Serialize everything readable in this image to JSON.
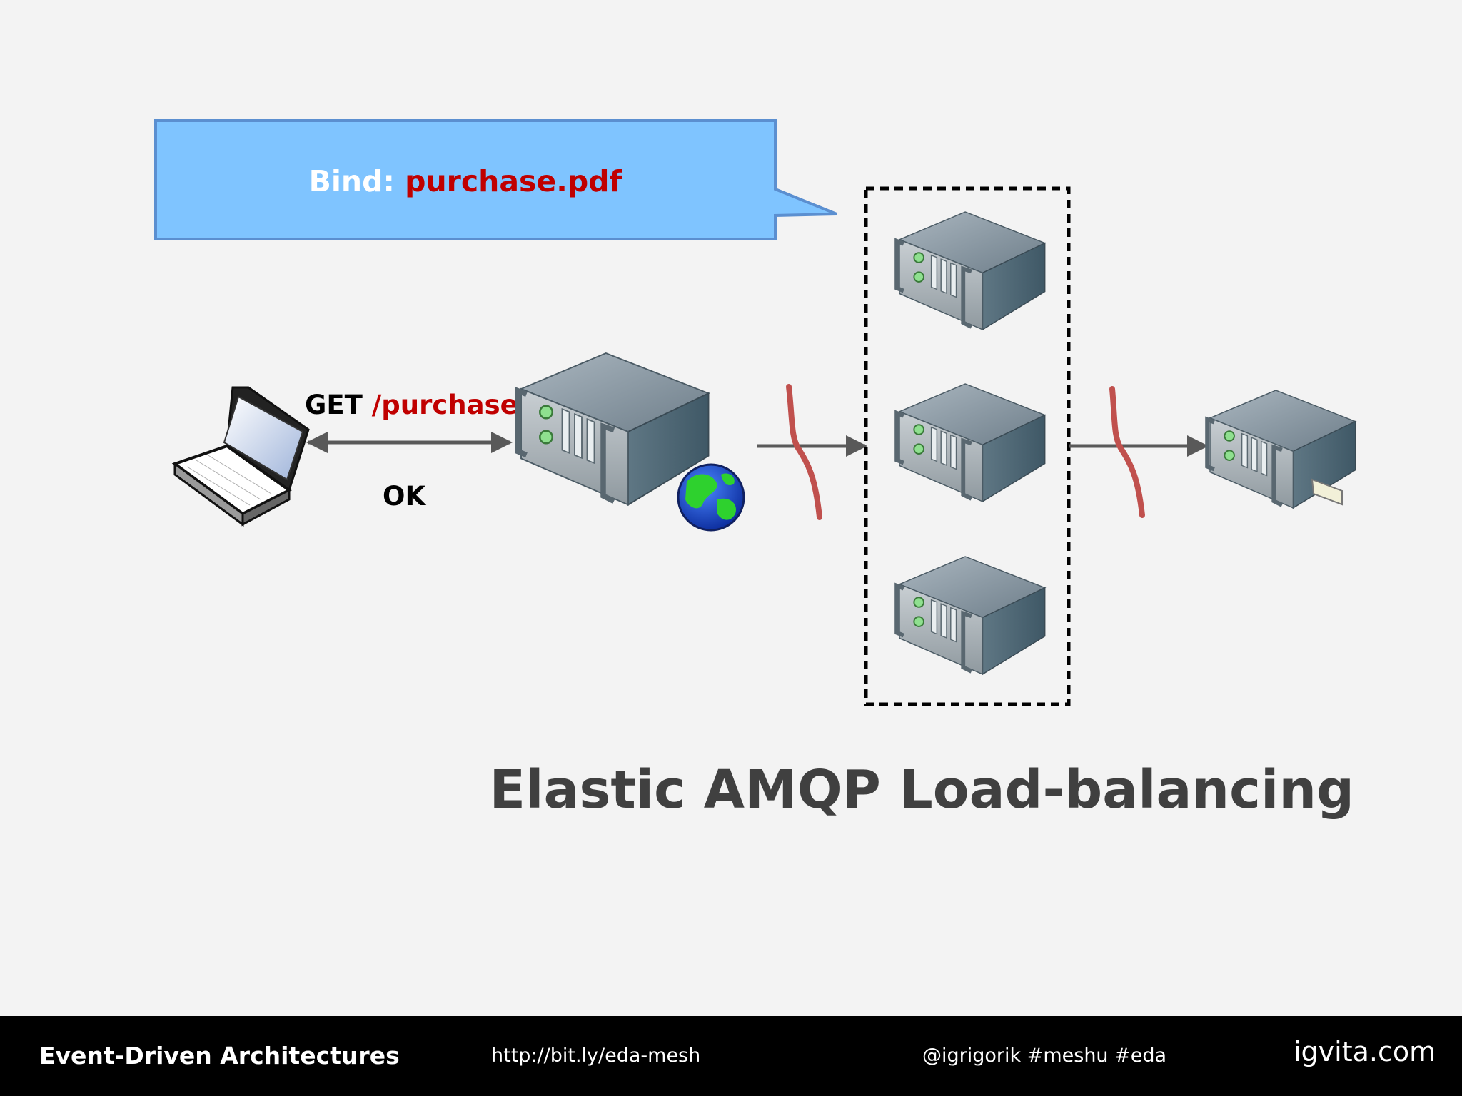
{
  "callout": {
    "prefix": "Bind: ",
    "value": "purchase.pdf"
  },
  "request": {
    "method": "GET ",
    "path": "/purchase"
  },
  "response": {
    "label": "OK"
  },
  "title": "Elastic AMQP Load-balancing",
  "footer": {
    "left": "Event-Driven Architectures",
    "url": "http://bit.ly/eda-mesh",
    "handle": "@igrigorik #meshu #eda",
    "brand": "igvita.com"
  },
  "colors": {
    "accent_red": "#c00000",
    "callout_fill": "#7fc4ff",
    "callout_stroke": "#5b8fd0",
    "arrow": "#595959",
    "pipe": "#c0504d",
    "title": "#404040"
  },
  "icons": [
    "laptop-icon",
    "web-server-icon",
    "globe-icon",
    "worker-server-icon",
    "document-server-icon",
    "amqp-pipe-icon"
  ]
}
